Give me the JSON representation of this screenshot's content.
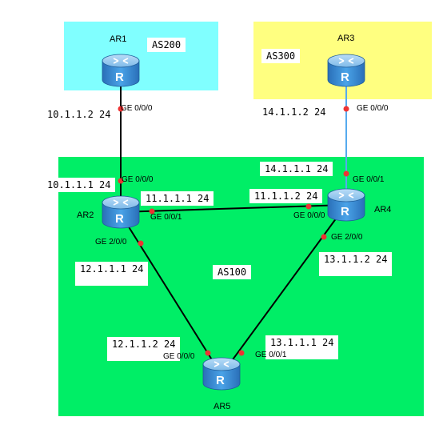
{
  "colors": {
    "as200": "#80ffff",
    "as300": "#ffff80",
    "as100": "#00ee66",
    "link_black": "#000000",
    "link_blue": "#55aaee",
    "port_dot": "#ee3333",
    "router_body": "#3a8ed8"
  },
  "areas": {
    "as200_label": "AS200",
    "as300_label": "AS300",
    "as100_label": "AS100"
  },
  "routers": {
    "ar1": "AR1",
    "ar2": "AR2",
    "ar3": "AR3",
    "ar4": "AR4",
    "ar5": "AR5",
    "icon": "router-icon",
    "glyph": "R"
  },
  "ips": {
    "ar1_ge000": "10.1.1.2 24",
    "ar2_ge000": "10.1.1.1 24",
    "ar3_ge000": "14.1.1.2 24",
    "ar4_ge001": "14.1.1.1 24",
    "ar2_ge001": "11.1.1.1 24",
    "ar4_ge000": "11.1.1.2 24",
    "ar2_ge200": "12.1.1.1 24",
    "ar4_ge200": "13.1.1.2 24",
    "ar5_ge000": "12.1.1.2 24",
    "ar5_ge001": "13.1.1.1 24"
  },
  "ifaces": {
    "ar1_ge000": "GE 0/0/0",
    "ar2_ge000": "GE 0/0/0",
    "ar3_ge000": "GE 0/0/0",
    "ar4_ge001": "GE 0/0/1",
    "ar2_ge001": "GE 0/0/1",
    "ar4_ge000": "GE 0/0/0",
    "ar2_ge200": "GE 2/0/0",
    "ar4_ge200": "GE 2/0/0",
    "ar5_ge000": "GE 0/0/0",
    "ar5_ge001": "GE 0/0/1"
  }
}
